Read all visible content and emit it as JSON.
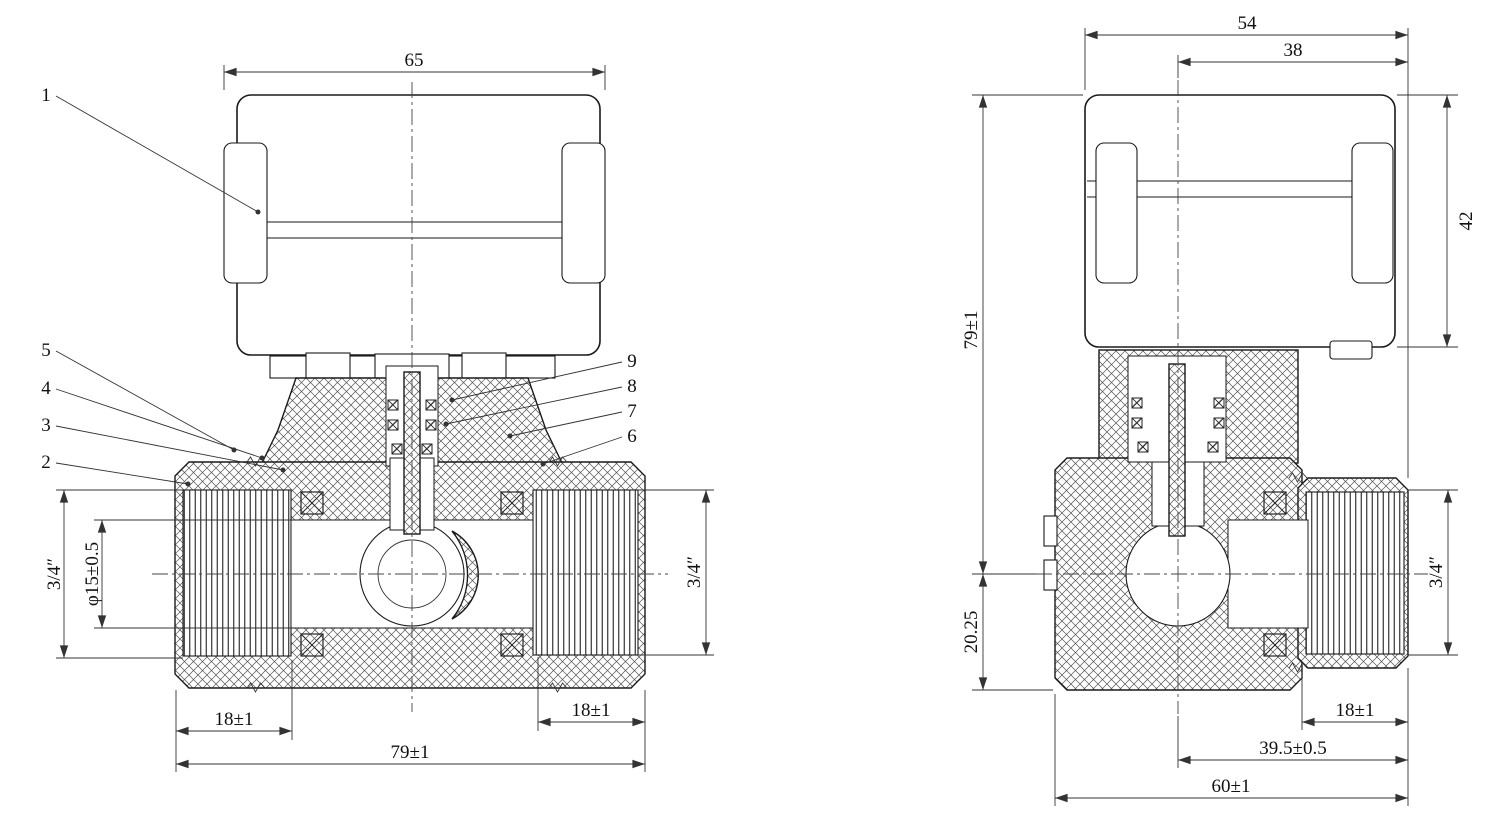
{
  "drawing": {
    "background": "#ffffff",
    "line_color": "#1a1a1a"
  },
  "front_view": {
    "callouts": [
      "1",
      "2",
      "3",
      "4",
      "5",
      "6",
      "7",
      "8",
      "9"
    ],
    "dims": {
      "actuator_width": "65",
      "port_left": "3/4″",
      "bore_diameter": "φ15±0.5",
      "port_right": "3/4″",
      "thread_depth_left": "18±1",
      "thread_depth_right": "18±1",
      "overall_length": "79±1"
    }
  },
  "side_view": {
    "dims": {
      "actuator_length": "54",
      "actuator_offset": "38",
      "actuator_height": "42",
      "overall_height": "79±1",
      "center_to_base": "20.25",
      "port": "3/4″",
      "thread_depth": "18±1",
      "center_to_port_face": "39.5±0.5",
      "overall_width": "60±1"
    }
  }
}
